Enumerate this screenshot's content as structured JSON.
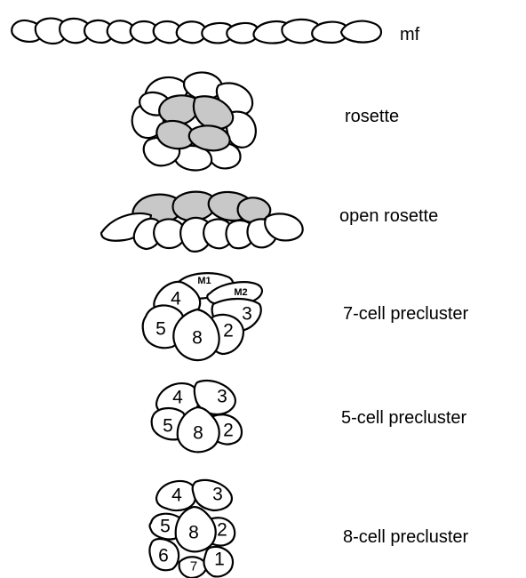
{
  "stages": [
    {
      "id": "mf",
      "label": "mf"
    },
    {
      "id": "rosette",
      "label": "rosette"
    },
    {
      "id": "open-rosette",
      "label": "open rosette"
    },
    {
      "id": "seven-cell",
      "label": "7-cell precluster",
      "cell_labels": {
        "r4": "4",
        "m1": "M1",
        "m2": "M2",
        "r3": "3",
        "r5": "5",
        "r8": "8",
        "r2": "2"
      }
    },
    {
      "id": "five-cell",
      "label": "5-cell precluster",
      "cell_labels": {
        "r4": "4",
        "r3": "3",
        "r5": "5",
        "r8": "8",
        "r2": "2"
      }
    },
    {
      "id": "eight-cell",
      "label": "8-cell precluster",
      "cell_labels": {
        "r4": "4",
        "r3": "3",
        "r5": "5",
        "r8": "8",
        "r2": "2",
        "r6": "6",
        "r7": "7",
        "r1": "1"
      }
    }
  ],
  "colors": {
    "outline": "#000000",
    "cell_fill": "#ffffff",
    "founder_fill": "#c8c8c8"
  }
}
